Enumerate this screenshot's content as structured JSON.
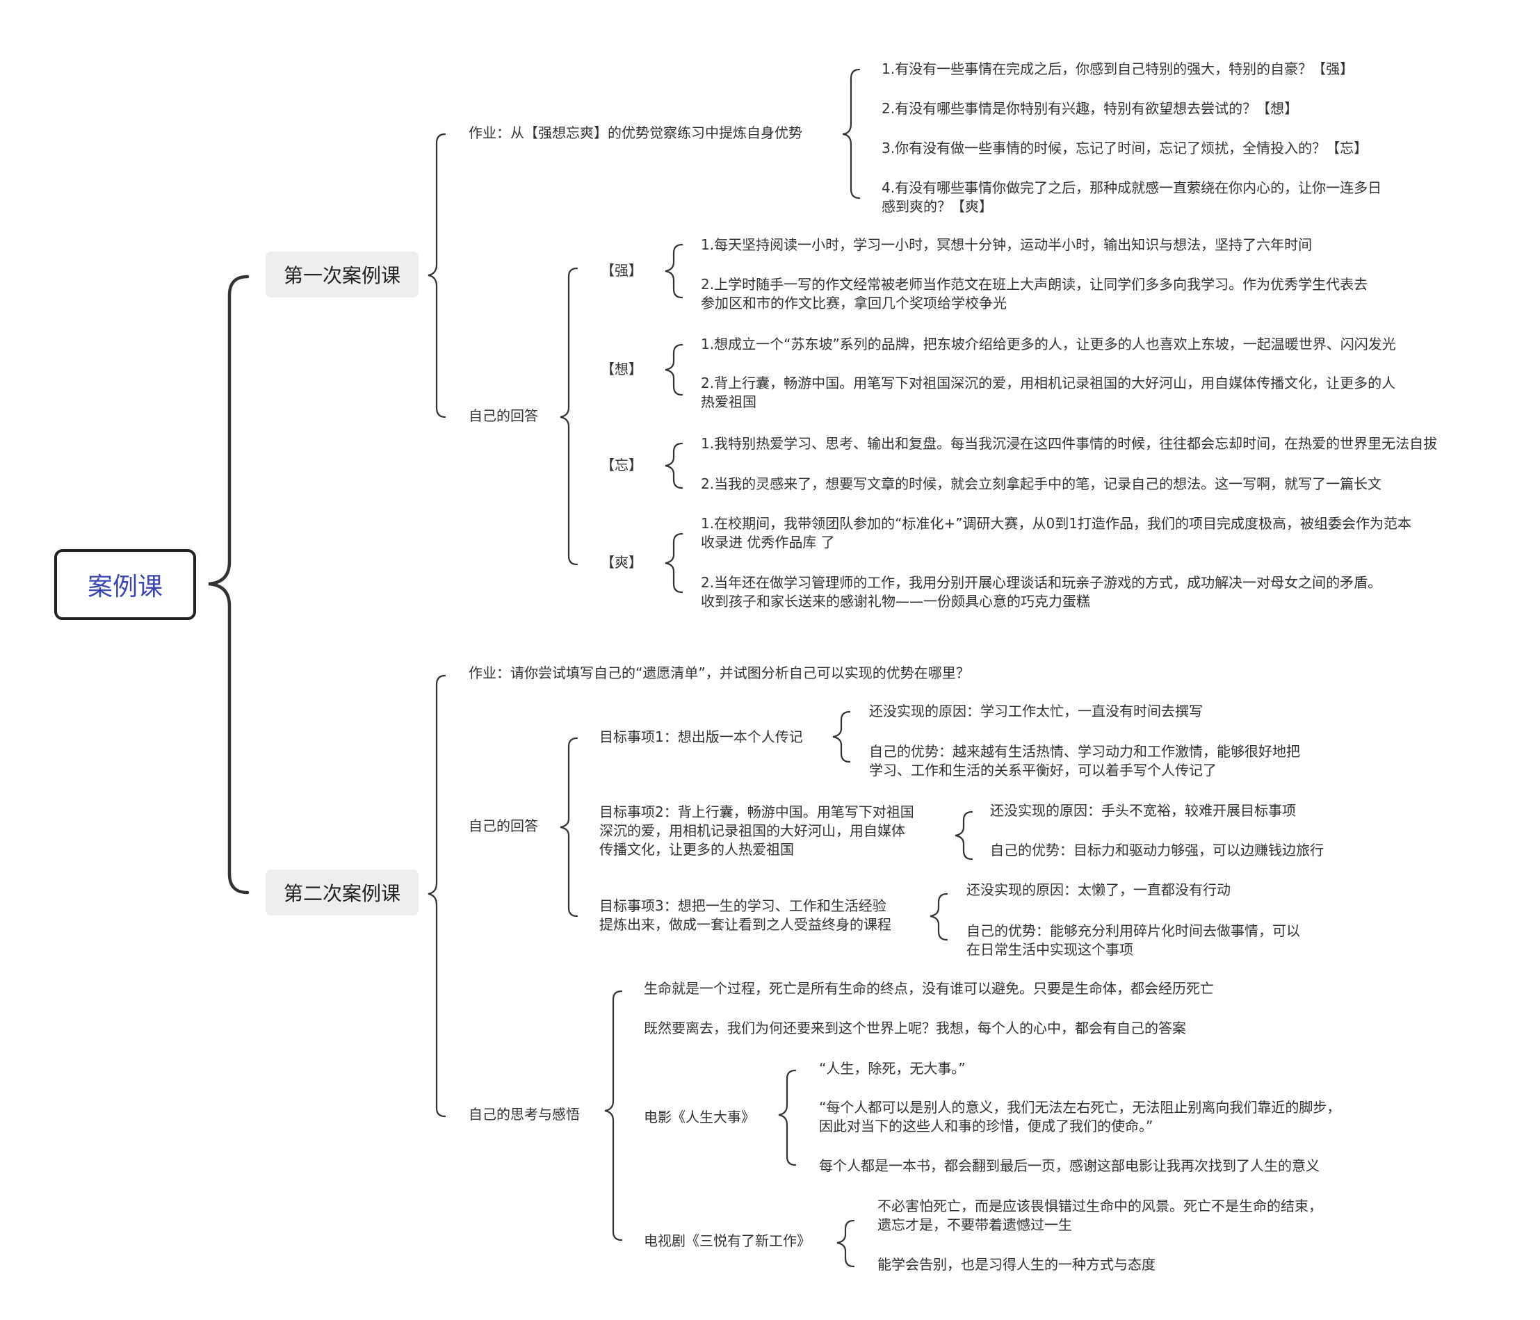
{
  "root": "案例课",
  "first": {
    "title": "第一次案例课",
    "homework": {
      "label": "作业：从【强想忘爽】的优势觉察练习中提炼自身优势",
      "items": [
        "1.有没有一些事情在完成之后，你感到自己特别的强大，特别的自豪？【强】",
        "2.有没有哪些事情是你特别有兴趣，特别有欲望想去尝试的？【想】",
        "3.你有没有做一些事情的时候，忘记了时间，忘记了烦扰，全情投入的？【忘】",
        "4.有没有哪些事情你做完了之后，那种成就感一直萦绕在你内心的，让你一连多日\n感到爽的？【爽】"
      ]
    },
    "answers": {
      "label": "自己的回答",
      "groups": [
        {
          "label": "【强】",
          "items": [
            "1.每天坚持阅读一小时，学习一小时，冥想十分钟，运动半小时，输出知识与想法，坚持了六年时间",
            "2.上学时随手一写的作文经常被老师当作范文在班上大声朗读，让同学们多多向我学习。作为优秀学生代表去\n参加区和市的作文比赛，拿回几个奖项给学校争光"
          ]
        },
        {
          "label": "【想】",
          "items": [
            "1.想成立一个“苏东坡”系列的品牌，把东坡介绍给更多的人，让更多的人也喜欢上东坡，一起温暖世界、闪闪发光",
            "2.背上行囊，畅游中国。用笔写下对祖国深沉的爱，用相机记录祖国的大好河山，用自媒体传播文化，让更多的人\n热爱祖国"
          ]
        },
        {
          "label": "【忘】",
          "items": [
            "1.我特别热爱学习、思考、输出和复盘。每当我沉浸在这四件事情的时候，往往都会忘却时间，在热爱的世界里无法自拔",
            "2.当我的灵感来了，想要写文章的时候，就会立刻拿起手中的笔，记录自己的想法。这一写啊，就写了一篇长文"
          ]
        },
        {
          "label": "【爽】",
          "items": [
            "1.在校期间，我带领团队参加的“标准化+”调研大赛，从0到1打造作品，我们的项目完成度极高，被组委会作为范本\n收录进 优秀作品库 了",
            "2.当年还在做学习管理师的工作，我用分别开展心理谈话和玩亲子游戏的方式，成功解决一对母女之间的矛盾。\n收到孩子和家长送来的感谢礼物——一份颇具心意的巧克力蛋糕"
          ]
        }
      ]
    }
  },
  "second": {
    "title": "第二次案例课",
    "homework": "作业：请你尝试填写自己的“遗愿清单”，并试图分析自己可以实现的优势在哪里？",
    "answers": {
      "label": "自己的回答",
      "goals": [
        {
          "label": "目标事项1：想出版一本个人传记",
          "items": [
            "还没实现的原因：学习工作太忙，一直没有时间去撰写",
            "自己的优势：越来越有生活热情、学习动力和工作激情，能够很好地把\n学习、工作和生活的关系平衡好，可以着手写个人传记了"
          ]
        },
        {
          "label": "目标事项2：背上行囊，畅游中国。用笔写下对祖国\n深沉的爱，用相机记录祖国的大好河山，用自媒体\n传播文化，让更多的人热爱祖国",
          "items": [
            "还没实现的原因：手头不宽裕，较难开展目标事项",
            "自己的优势：目标力和驱动力够强，可以边赚钱边旅行"
          ]
        },
        {
          "label": "目标事项3：想把一生的学习、工作和生活经验\n提炼出来，做成一套让看到之人受益终身的课程",
          "items": [
            "还没实现的原因：太懒了，一直都没有行动",
            "自己的优势：能够充分利用碎片化时间去做事情，可以\n在日常生活中实现这个事项"
          ]
        }
      ]
    },
    "reflection": {
      "label": "自己的思考与感悟",
      "lines": [
        "生命就是一个过程，死亡是所有生命的终点，没有谁可以避免。只要是生命体，都会经历死亡",
        "既然要离去，我们为何还要来到这个世界上呢？我想，每个人的心中，都会有自己的答案"
      ],
      "movie": {
        "label": "电影《人生大事》",
        "items": [
          "“人生，除死，无大事。”",
          "“每个人都可以是别人的意义，我们无法左右死亡，无法阻止别离向我们靠近的脚步，\n因此对当下的这些人和事的珍惜，便成了我们的使命。”",
          "每个人都是一本书，都会翻到最后一页，感谢这部电影让我再次找到了人生的意义"
        ]
      },
      "tv": {
        "label": "电视剧《三悦有了新工作》",
        "items": [
          "不必害怕死亡，而是应该畏惧错过生命中的风景。死亡不是生命的结束，\n遗忘才是，不要带着遗憾过一生",
          "能学会告别，也是习得人生的一种方式与态度"
        ]
      }
    }
  }
}
